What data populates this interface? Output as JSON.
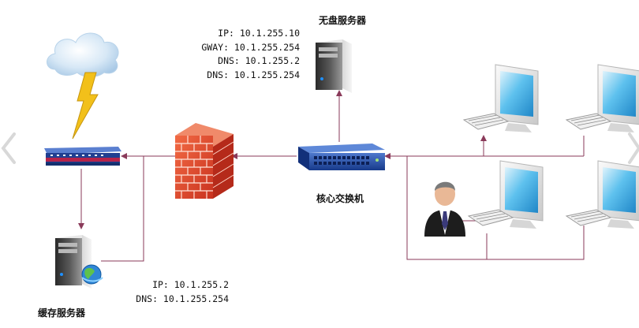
{
  "nodes": {
    "internet": {
      "icon": "cloud-icon"
    },
    "router": {
      "icon": "router-icon"
    },
    "firewall": {
      "icon": "firewall-icon"
    },
    "core_switch": {
      "icon": "switch-icon",
      "label": "核心交换机"
    },
    "diskless_server": {
      "icon": "server-icon",
      "label": "无盘服务器",
      "config": [
        "IP: 10.1.255.10",
        "GWAY: 10.1.255.254",
        "DNS: 10.1.255.2",
        "DNS: 10.1.255.254"
      ]
    },
    "cache_server": {
      "icon": "server-icon",
      "label": "缓存服务器",
      "config": [
        "IP: 10.1.255.2",
        "DNS: 10.1.255.254"
      ]
    },
    "clients": [
      {
        "icon": "computer-icon"
      },
      {
        "icon": "computer-icon"
      },
      {
        "icon": "computer-icon"
      },
      {
        "icon": "computer-icon"
      }
    ],
    "user": {
      "icon": "user-icon"
    }
  },
  "nav": {
    "prev": "chevron-left-icon",
    "next": "chevron-right-icon"
  },
  "colors": {
    "link": "#8a3a5a",
    "lightning": "#f2c01a",
    "switch": "#1f4aa8",
    "firewall": "#e0402a",
    "monitor": "#3aa9e0"
  }
}
